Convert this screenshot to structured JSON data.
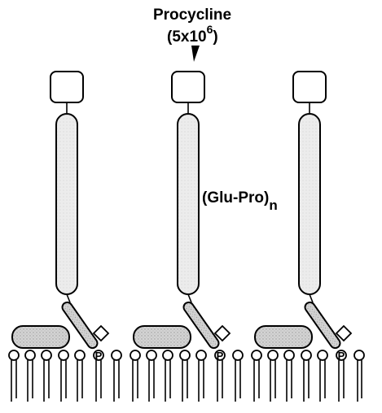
{
  "labels": {
    "procycline_name": "Procycline",
    "procycline_count_base": "(5x10",
    "procycline_count_exp": "6",
    "procycline_count_close": ")",
    "repeat_base": "(Glu-Pro)",
    "repeat_subscript": "n"
  },
  "molecules": [
    {
      "id": "molecule-1",
      "phosphate_label": "P"
    },
    {
      "id": "molecule-2",
      "phosphate_label": "P"
    },
    {
      "id": "molecule-3",
      "phosphate_label": "P"
    }
  ],
  "colors": {
    "stroke": "#000000",
    "fill": "#ffffff",
    "shade": "#c6c6c6"
  }
}
